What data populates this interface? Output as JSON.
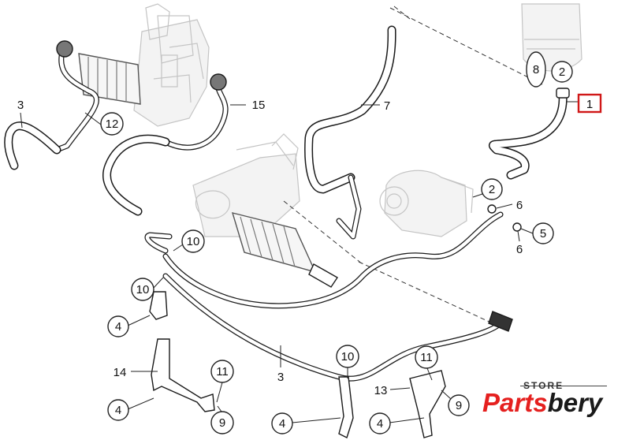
{
  "callouts": {
    "c1": "1",
    "c2a": "2",
    "c2b": "2",
    "c3a": "3",
    "c3b": "3",
    "c4a": "4",
    "c4b": "4",
    "c4c": "4",
    "c4d": "4",
    "c5": "5",
    "c6a": "6",
    "c6b": "6",
    "c7": "7",
    "c8": "8",
    "c9a": "9",
    "c9b": "9",
    "c10a": "10",
    "c10b": "10",
    "c10c": "10",
    "c11a": "11",
    "c11b": "11",
    "c12": "12",
    "c13": "13",
    "c14": "14",
    "c15": "15"
  },
  "highlight_color": "#d01818",
  "logo": {
    "top": "STORE",
    "part1": "Parts",
    "part2": "bery",
    "brand_color": "#e5201f"
  }
}
